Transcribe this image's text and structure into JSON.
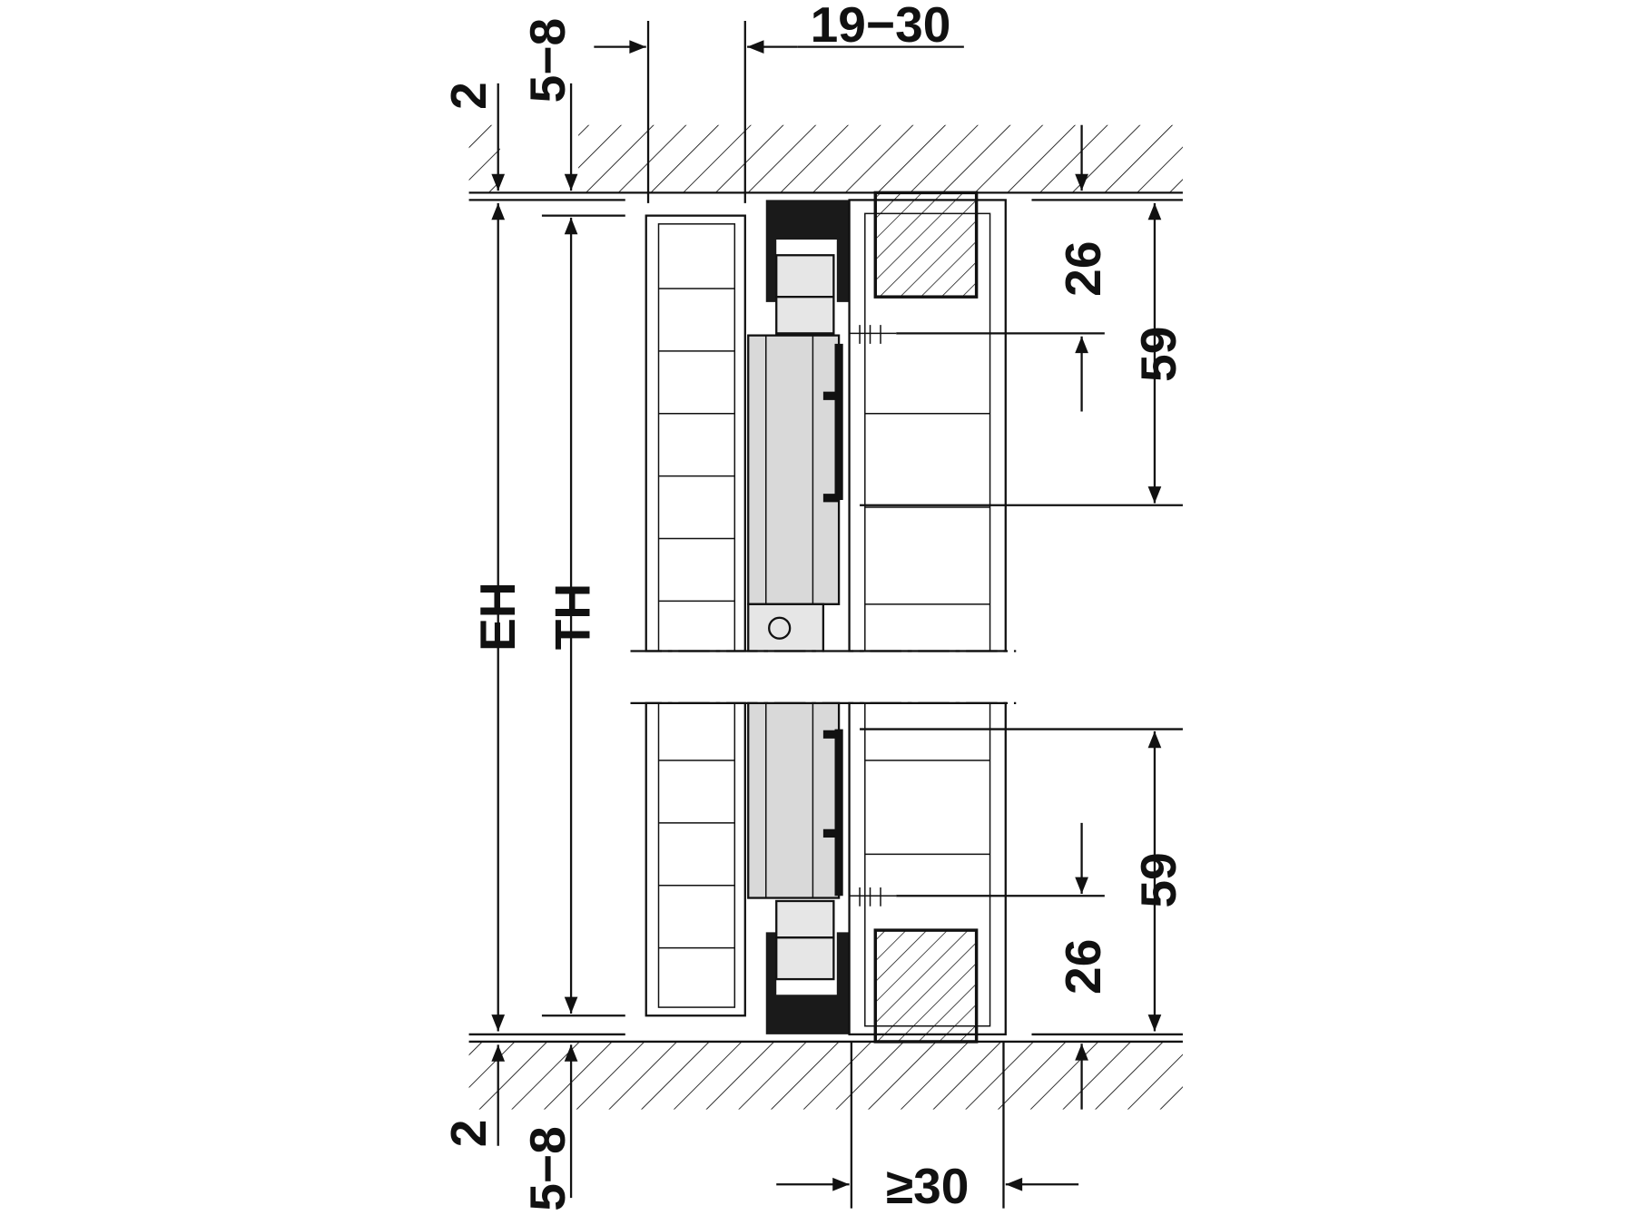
{
  "diagram": {
    "title": "Sliding door fitting cross-section",
    "labels": {
      "top_gap": "19−30",
      "top_clearance": "5−8",
      "top_ceiling_gap": "2",
      "overall_height": "EH",
      "door_height": "TH",
      "top_block": "26",
      "top_spacing": "59",
      "bottom_spacing": "59",
      "bottom_block": "26",
      "bottom_floor_gap": "2",
      "bottom_clearance": "5−8",
      "min_width": "≥30"
    },
    "colors": {
      "line": "#111111",
      "tube": "#d9d9d9",
      "profile": "#1a1a1a"
    }
  }
}
